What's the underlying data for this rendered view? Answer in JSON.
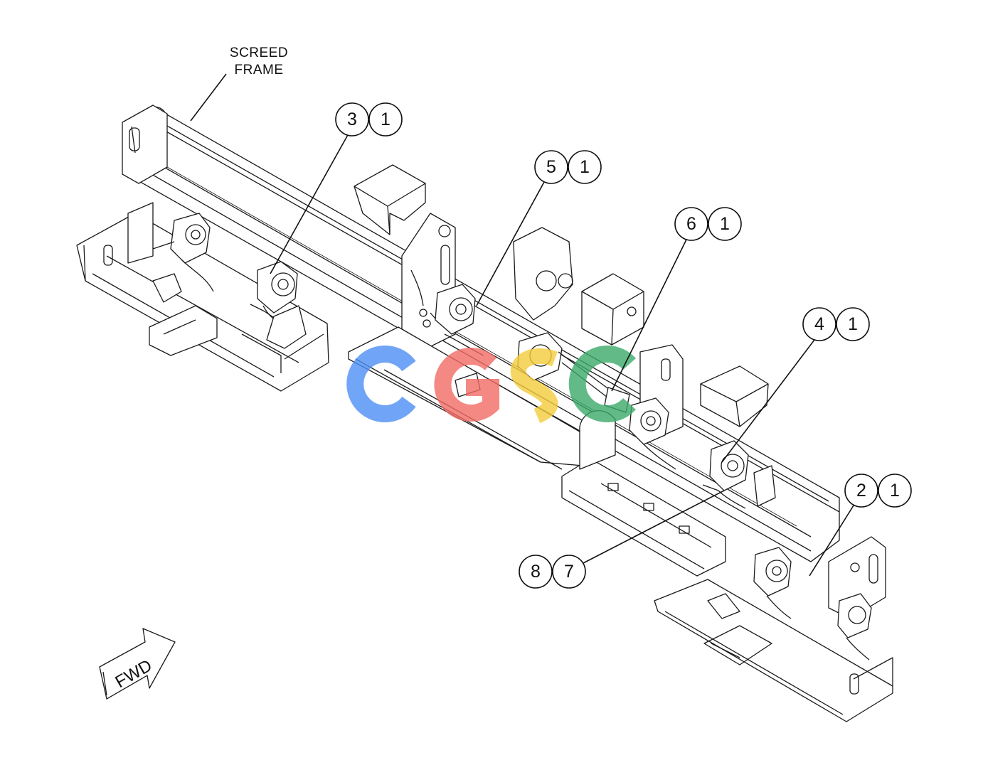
{
  "frame_label": {
    "line1": "SCREED",
    "line2": "FRAME"
  },
  "callouts": [
    {
      "id": "c3-1",
      "item": "3",
      "qty": "1"
    },
    {
      "id": "c5-1",
      "item": "5",
      "qty": "1"
    },
    {
      "id": "c6-1",
      "item": "6",
      "qty": "1"
    },
    {
      "id": "c4-1",
      "item": "4",
      "qty": "1"
    },
    {
      "id": "c2-1",
      "item": "2",
      "qty": "1"
    },
    {
      "id": "c8-7",
      "item": "8",
      "qty": "7"
    }
  ],
  "direction_arrow": {
    "label": "FWD"
  },
  "watermark": {
    "letters": "CGSC",
    "colors": [
      "#4d8ef5",
      "#f26b63",
      "#f5cd3c",
      "#3bab6a"
    ]
  }
}
